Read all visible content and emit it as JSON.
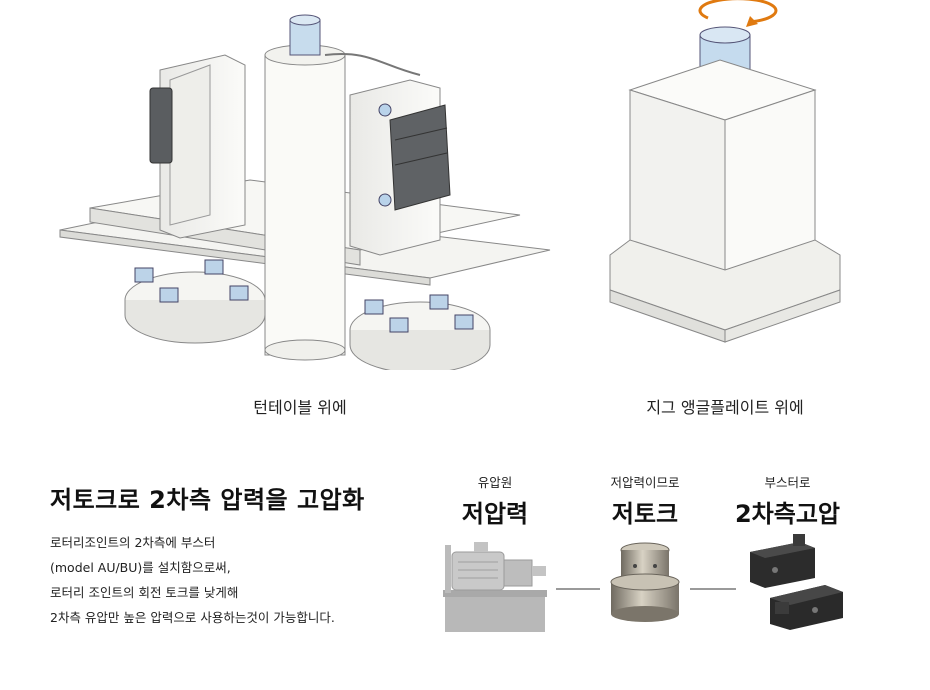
{
  "captions": {
    "turntable": "턴테이블 위에",
    "jig_plate": "지그 앵글플레이트 위에"
  },
  "headline": "저토크로 2차측 압력을 고압화",
  "description": [
    "로터리조인트의 2차측에 부스터",
    "(model AU/BU)를 설치함으로써,",
    "로터리 조인트의 회전 토크를 낮게해",
    "2차측 유압만 높은 압력으로 사용하는것이 가능합니다."
  ],
  "flow": [
    {
      "top": "유압원",
      "main": "저압력",
      "image": "hydraulic-pump-unit"
    },
    {
      "top": "저압력이므로",
      "main": "저토크",
      "image": "rotary-joint"
    },
    {
      "top": "부스터로",
      "main": "2차측고압",
      "image": "booster-units"
    }
  ]
}
